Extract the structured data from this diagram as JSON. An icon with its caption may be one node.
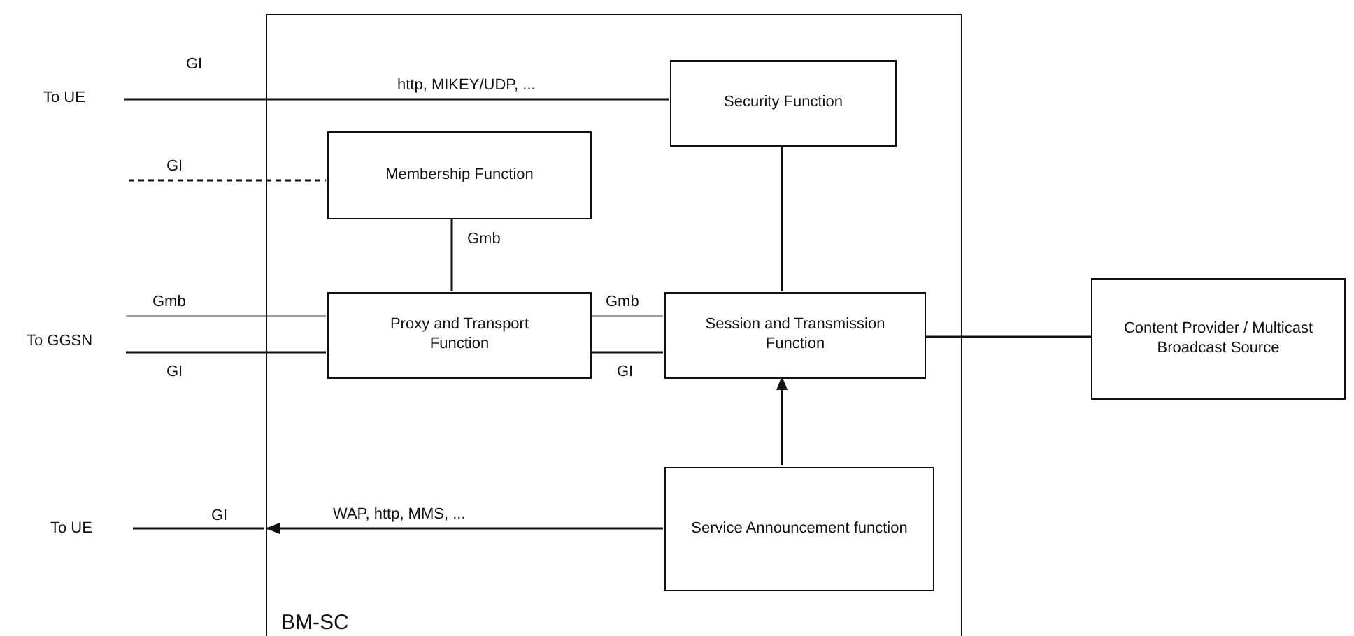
{
  "diagram": {
    "nodes": [
      {
        "text": [
          "BM-SC"
        ]
      },
      {
        "text": [
          "Security Function"
        ],
        "in": 0
      },
      {
        "text": [
          "Membership Function"
        ],
        "in": 0
      },
      {
        "text": [
          "Proxy and Transport Function"
        ],
        "in": 0
      },
      {
        "text": [
          "Session and Transmission Function"
        ],
        "in": 0
      },
      {
        "text": [
          "Service Announcement function"
        ],
        "in": 0
      },
      {
        "text": [
          "Content Provider / Multicast Broadcast Source"
        ]
      }
    ],
    "edges": [
      {
        "from": null,
        "to": 1,
        "arrow": "none",
        "label": "http, MIKEY/UDP, ..."
      },
      {
        "from": null,
        "to": 2,
        "arrow": "none",
        "label": "GI",
        "style": "dashed"
      },
      {
        "from": 2,
        "to": 3,
        "arrow": "none",
        "label": "Gmb"
      },
      {
        "from": null,
        "to": 3,
        "arrow": "none",
        "label": "Gmb",
        "color": "#a0a0a0"
      },
      {
        "from": null,
        "to": 3,
        "arrow": "none",
        "label": "GI"
      },
      {
        "from": 3,
        "to": 4,
        "arrow": "none",
        "label": "Gmb",
        "color": "#a0a0a0"
      },
      {
        "from": 4,
        "to": 3,
        "arrow": "none",
        "label": "GI"
      },
      {
        "from": 1,
        "to": 4,
        "arrow": "none"
      },
      {
        "from": 5,
        "to": 4,
        "arrow": "to"
      },
      {
        "from": 4,
        "to": 6,
        "arrow": "none"
      },
      {
        "from": 5,
        "to": 0,
        "arrow": "to",
        "label": "WAP, http, MMS, ..."
      },
      {
        "from": null,
        "to": 0,
        "arrow": "none"
      }
    ],
    "labels": [
      "GI",
      "To UE",
      "To GGSN",
      "GI",
      "To UE"
    ]
  }
}
